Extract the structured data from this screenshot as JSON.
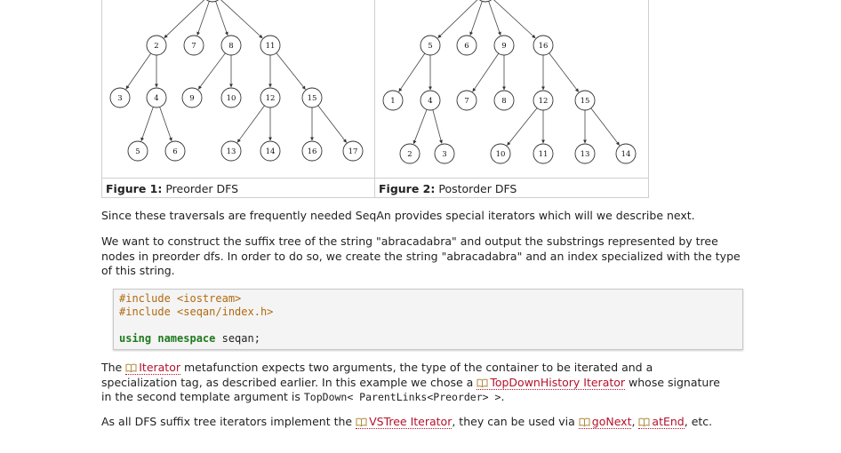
{
  "figure1": {
    "caption_label": "Figure 1:",
    "caption_text": "Preorder DFS",
    "nodes": [
      {
        "id": "a2",
        "label": "2"
      },
      {
        "id": "a7",
        "label": "7"
      },
      {
        "id": "a8",
        "label": "8"
      },
      {
        "id": "a11",
        "label": "11"
      },
      {
        "id": "a3",
        "label": "3"
      },
      {
        "id": "a4",
        "label": "4"
      },
      {
        "id": "a9",
        "label": "9"
      },
      {
        "id": "a10",
        "label": "10"
      },
      {
        "id": "a12",
        "label": "12"
      },
      {
        "id": "a15",
        "label": "15"
      },
      {
        "id": "a5",
        "label": "5"
      },
      {
        "id": "a6",
        "label": "6"
      },
      {
        "id": "a13",
        "label": "13"
      },
      {
        "id": "a14",
        "label": "14"
      },
      {
        "id": "a16",
        "label": "16"
      },
      {
        "id": "a17",
        "label": "17"
      }
    ]
  },
  "figure2": {
    "caption_label": "Figure 2:",
    "caption_text": "Postorder DFS",
    "nodes": [
      {
        "id": "b5",
        "label": "5"
      },
      {
        "id": "b6",
        "label": "6"
      },
      {
        "id": "b9",
        "label": "9"
      },
      {
        "id": "b16",
        "label": "16"
      },
      {
        "id": "b1",
        "label": "1"
      },
      {
        "id": "b4",
        "label": "4"
      },
      {
        "id": "b7",
        "label": "7"
      },
      {
        "id": "b8",
        "label": "8"
      },
      {
        "id": "b12",
        "label": "12"
      },
      {
        "id": "b15",
        "label": "15"
      },
      {
        "id": "b2",
        "label": "2"
      },
      {
        "id": "b3",
        "label": "3"
      },
      {
        "id": "b10",
        "label": "10"
      },
      {
        "id": "b11",
        "label": "11"
      },
      {
        "id": "b13",
        "label": "13"
      },
      {
        "id": "b14",
        "label": "14"
      }
    ]
  },
  "para1": "Since these traversals are frequently needed SeqAn provides special iterators which will we describe next.",
  "para2": "We want to construct the suffix tree of the string \"abracadabra\" and output the substrings represented by tree nodes in preorder dfs. In order to do so, we create the string \"abracadabra\" and an index specialized with the type of this string.",
  "code": {
    "line1": "#include <iostream>",
    "line2": "#include <seqan/index.h>",
    "line4_kw": "using namespace",
    "line4_rest": " seqan;"
  },
  "para3": {
    "t1": "The ",
    "link_iterator": "Iterator",
    "t2": " metafunction expects two arguments, the type of the container to be iterated and a specialization tag, as described earlier. In this example we chose a ",
    "link_topdown": "TopDownHistory Iterator",
    "t3": " whose signature in the second template argument is ",
    "code": "TopDown< ParentLinks<Preorder> >",
    "t4": "."
  },
  "para4": {
    "t1": "As all DFS suffix tree iterators implement the ",
    "link_vstree": "VSTree Iterator",
    "t2": ", they can be used via ",
    "link_gonext": "goNext",
    "t3": ", ",
    "link_atend": "atEnd",
    "t4": ", etc."
  }
}
